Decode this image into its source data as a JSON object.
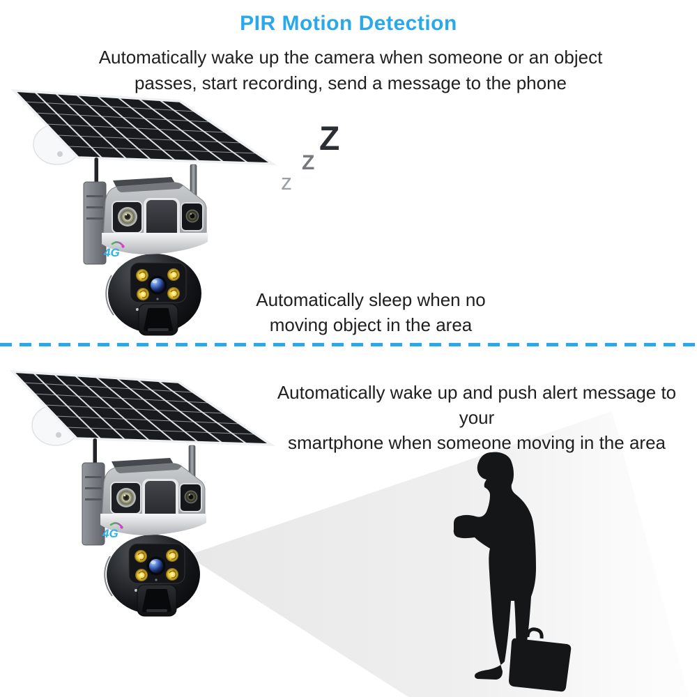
{
  "header": {
    "title": "PIR Motion Detection",
    "subtitle_line1": "Automatically wake up the camera when someone or an object",
    "subtitle_line2": "passes, start recording, send a message to the phone"
  },
  "sleep_section": {
    "note_line1": "Automatically sleep when no",
    "note_line2": "moving object in the area",
    "zzz": {
      "large": "Z",
      "medium": "Z",
      "small": "z"
    }
  },
  "wake_section": {
    "note_line1": "Automatically wake up and push alert message to your",
    "note_line2": "smartphone when someone moving in the area"
  },
  "camera": {
    "logo": "4G"
  },
  "colors": {
    "accent_cyan": "#29a9ea",
    "divider_cyan": "#29a9ea",
    "logo_cyan": "#2cb3e9",
    "swoosh_green": "#3dc24c",
    "swoosh_magenta": "#e03ccf",
    "beam_grey": "#eaeaea",
    "silhouette_black": "#151618",
    "text_dark": "#1f1f1f",
    "z_dark": "#2b2e34",
    "z_mid": "#75787d",
    "z_light": "#9ba0a5"
  }
}
